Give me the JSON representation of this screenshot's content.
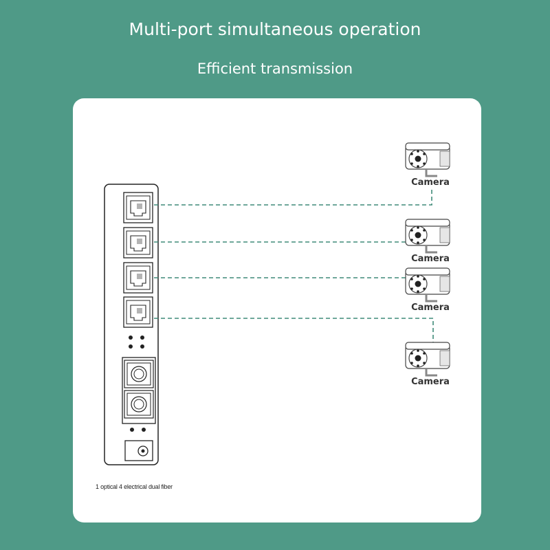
{
  "header": {
    "title": "Multi-port simultaneous operation",
    "subtitle": "Efficient transmission"
  },
  "device": {
    "caption": "1 optical 4 electrical dual fiber",
    "rj45_port_count": 4,
    "fiber_port_count": 2,
    "power_port_count": 1
  },
  "cameras": [
    {
      "label": "Camera"
    },
    {
      "label": "Camera"
    },
    {
      "label": "Camera"
    },
    {
      "label": "Camera"
    }
  ],
  "colors": {
    "background": "#4f9a87",
    "panel": "#ffffff",
    "link_line": "#3f8a78",
    "outline": "#222222"
  }
}
